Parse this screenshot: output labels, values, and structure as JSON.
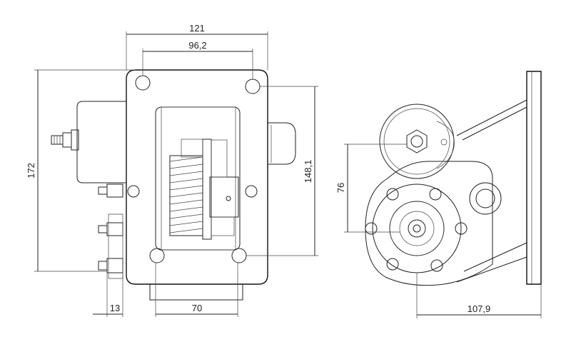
{
  "dimensions": {
    "overall_width": "121",
    "bolt_spacing_top": "96,2",
    "overall_height": "172",
    "bolt_spacing_vertical": "148,1",
    "bottom_offset": "13",
    "bottom_width": "70",
    "side_offset": "76",
    "side_width": "107,9"
  },
  "colors": {
    "line": "#222222",
    "background": "#ffffff"
  }
}
